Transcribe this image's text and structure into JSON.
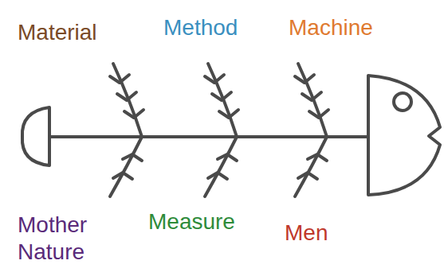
{
  "diagram": {
    "labels": [
      "Material",
      "Method",
      "Machine",
      "Mother Nature",
      "Measure",
      "Men"
    ]
  }
}
